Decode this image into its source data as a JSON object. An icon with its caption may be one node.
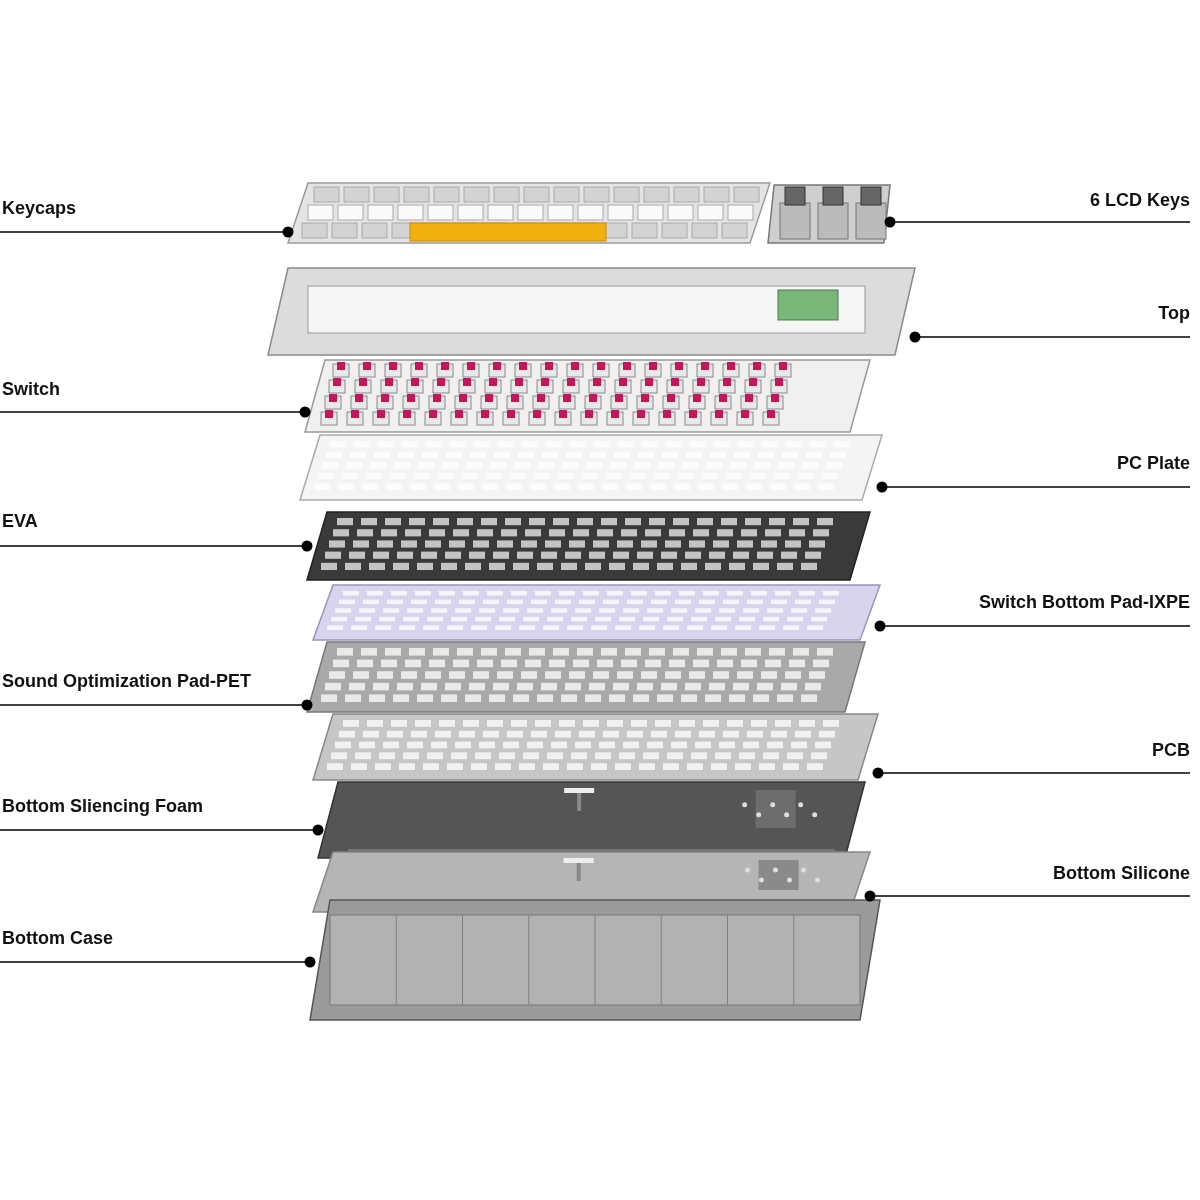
{
  "diagram": {
    "nodes": [
      {
        "text": [
          "Keycaps"
        ]
      },
      {
        "text": [
          "6 LCD Keys"
        ]
      },
      {
        "text": [
          "Top"
        ]
      },
      {
        "text": [
          "Switch"
        ]
      },
      {
        "text": [
          "PC Plate"
        ]
      },
      {
        "text": [
          "EVA"
        ]
      },
      {
        "text": [
          "Switch Bottom Pad-IXPE"
        ]
      },
      {
        "text": [
          "Sound Optimization Pad-PET"
        ]
      },
      {
        "text": [
          "PCB"
        ]
      },
      {
        "text": [
          "Bottom Sliencing Foam"
        ]
      },
      {
        "text": [
          "Bottom Silicone"
        ]
      },
      {
        "text": [
          "Bottom Case"
        ]
      },
      {
        "text": [],
        "shape": "picture"
      },
      {
        "text": [],
        "shape": "picture"
      },
      {
        "text": [],
        "shape": "picture"
      },
      {
        "text": [],
        "shape": "picture"
      },
      {
        "text": [],
        "shape": "picture"
      },
      {
        "text": [],
        "shape": "picture"
      },
      {
        "text": [],
        "shape": "picture"
      },
      {
        "text": [],
        "shape": "picture"
      },
      {
        "text": [],
        "shape": "picture"
      },
      {
        "text": [],
        "shape": "picture"
      },
      {
        "text": [],
        "shape": "picture"
      },
      {
        "text": [],
        "shape": "picture"
      }
    ],
    "edges": [
      {
        "from": 0,
        "to": 12,
        "arrow": "other"
      },
      {
        "from": 1,
        "to": 13,
        "arrow": "other"
      },
      {
        "from": 2,
        "to": 14,
        "arrow": "other"
      },
      {
        "from": 3,
        "to": 15,
        "arrow": "other"
      },
      {
        "from": 4,
        "to": 16,
        "arrow": "other"
      },
      {
        "from": 5,
        "to": 17,
        "arrow": "other"
      },
      {
        "from": 6,
        "to": 18,
        "arrow": "other"
      },
      {
        "from": 7,
        "to": 19,
        "arrow": "other"
      },
      {
        "from": 8,
        "to": 20,
        "arrow": "other"
      },
      {
        "from": 9,
        "to": 21,
        "arrow": "other"
      },
      {
        "from": 10,
        "to": 22,
        "arrow": "other"
      },
      {
        "from": 11,
        "to": 23,
        "arrow": "other"
      }
    ]
  }
}
